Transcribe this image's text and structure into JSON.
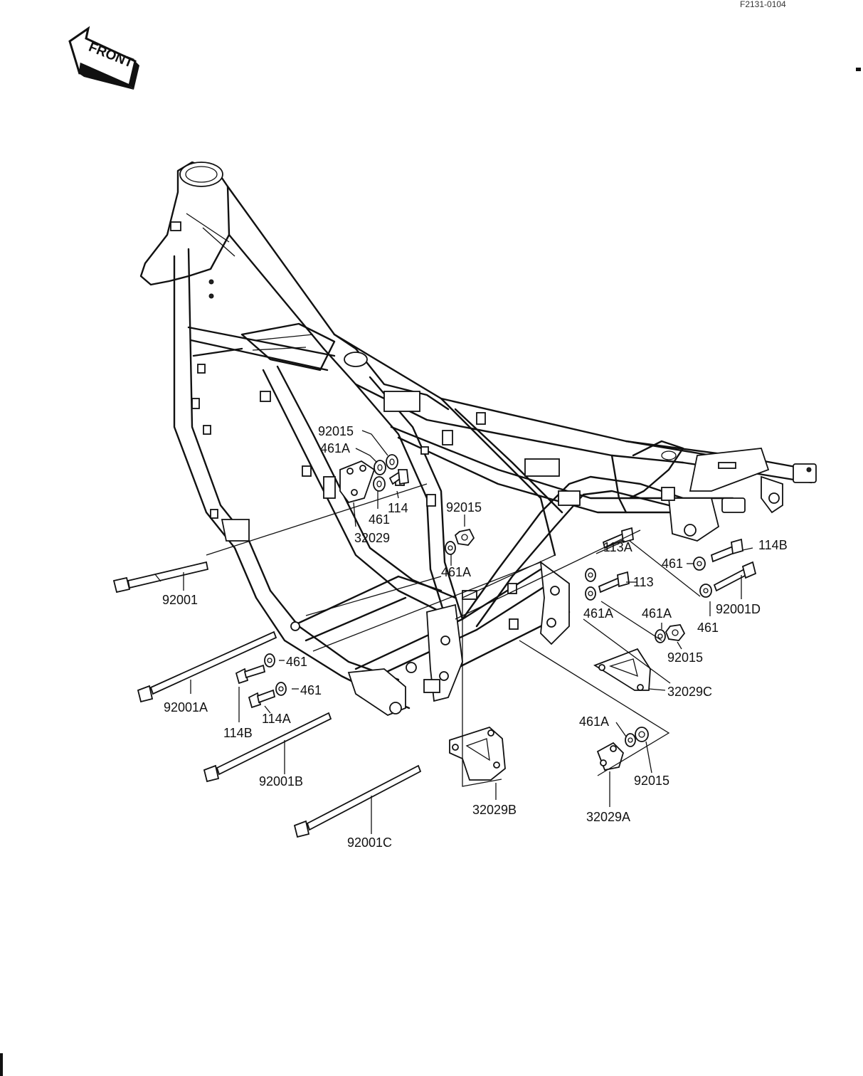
{
  "drawing_code": "F2131-0104",
  "front_arrow_label": "FRONT",
  "callouts": [
    {
      "id": "92015",
      "text": "92015"
    },
    {
      "id": "461a_1",
      "text": "461A"
    },
    {
      "id": "114",
      "text": "114"
    },
    {
      "id": "461_1",
      "text": "461"
    },
    {
      "id": "32029",
      "text": "32029"
    },
    {
      "id": "92015_2",
      "text": "92015"
    },
    {
      "id": "461a_2",
      "text": "461A"
    },
    {
      "id": "92001",
      "text": "92001"
    },
    {
      "id": "113a",
      "text": "113A"
    },
    {
      "id": "113",
      "text": "113"
    },
    {
      "id": "114b_1",
      "text": "114B"
    },
    {
      "id": "461_2",
      "text": "461"
    },
    {
      "id": "461_3",
      "text": "461"
    },
    {
      "id": "92001d",
      "text": "92001D"
    },
    {
      "id": "461a_3",
      "text": "461A"
    },
    {
      "id": "461a_4",
      "text": "461A"
    },
    {
      "id": "92015_3",
      "text": "92015"
    },
    {
      "id": "32029c",
      "text": "32029C"
    },
    {
      "id": "461_4",
      "text": "461"
    },
    {
      "id": "461_5",
      "text": "461"
    },
    {
      "id": "92001a",
      "text": "92001A"
    },
    {
      "id": "114a",
      "text": "114A"
    },
    {
      "id": "114b_2",
      "text": "114B"
    },
    {
      "id": "92001b",
      "text": "92001B"
    },
    {
      "id": "461a_5",
      "text": "461A"
    },
    {
      "id": "92015_4",
      "text": "92015"
    },
    {
      "id": "32029b",
      "text": "32029B"
    },
    {
      "id": "32029a",
      "text": "32029A"
    },
    {
      "id": "92001c",
      "text": "92001C"
    }
  ]
}
